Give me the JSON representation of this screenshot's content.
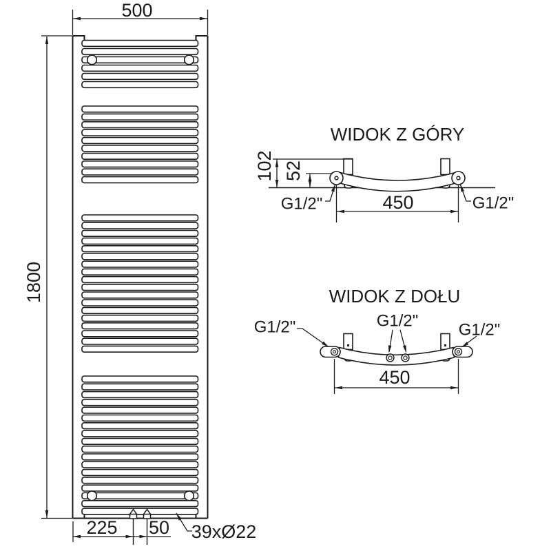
{
  "drawing": {
    "front_view": {
      "width_dim": "500",
      "height_dim": "1800",
      "offset_dim": "225",
      "valve_spacing_dim": "50",
      "tube_spec": "39xØ22"
    },
    "top_view": {
      "title": "WIDOK Z GÓRY",
      "total_depth_dim": "102",
      "tube_depth_dim": "52",
      "connection_spacing_dim": "450",
      "left_connection": "G1/2\"",
      "right_connection": "G1/2\""
    },
    "bottom_view": {
      "title": "WIDOK Z DOŁU",
      "connection_spacing_dim": "450",
      "left_connection": "G1/2\"",
      "center_connection": "G1/2\"",
      "right_connection": "G1/2\""
    },
    "colors": {
      "line": "#1a1a1a",
      "background": "#ffffff"
    }
  }
}
